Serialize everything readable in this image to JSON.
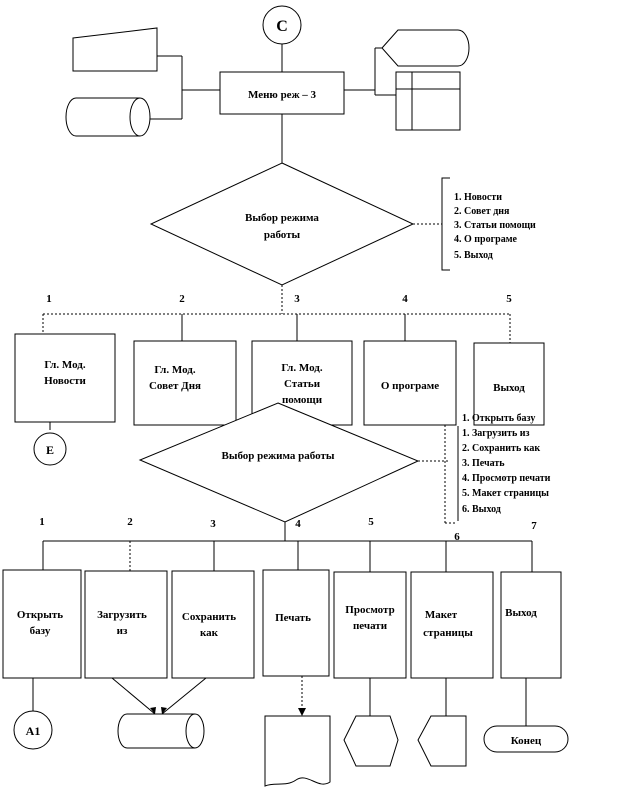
{
  "connector_top": "C",
  "connector_e": "E",
  "connector_a1": "A1",
  "menu_title": "Меню реж – 3",
  "decision1": [
    "Выбор режима",
    "работы"
  ],
  "decision1_list": [
    "1. Новости",
    "2. Совет дня",
    "3. Статьи помощи",
    "4. О програме",
    "5. Выход"
  ],
  "row1_numbers": [
    "1",
    "2",
    "3",
    "4",
    "5"
  ],
  "row1_boxes": {
    "news": [
      "Гл. Мод.",
      "Новости"
    ],
    "tip": [
      "Гл. Мод.",
      "Совет Дня"
    ],
    "help": [
      "Гл. Мод.",
      "Статьи",
      "помощи"
    ],
    "about": [
      "О програме"
    ],
    "exit": [
      "Выход"
    ]
  },
  "decision2": "Выбор режима работы",
  "decision2_list": [
    "1. Открыть базу",
    "1. Загрузить из",
    "2. Сохранить как",
    "3. Печать",
    "4. Просмотр печати",
    "5. Макет страницы",
    "6. Выход"
  ],
  "row2_numbers": [
    "1",
    "2",
    "3",
    "4",
    "5",
    "6",
    "7"
  ],
  "row2_boxes": {
    "open": [
      "Открыть",
      "базу"
    ],
    "load": [
      "Загрузить",
      "из"
    ],
    "save": [
      "Сохранить",
      "как"
    ],
    "print": [
      "Печать"
    ],
    "preview": [
      "Просмотр",
      "печати"
    ],
    "layout": [
      "Макет",
      "страницы"
    ],
    "exit": [
      "Выход"
    ]
  },
  "terminator_end": "Конец"
}
